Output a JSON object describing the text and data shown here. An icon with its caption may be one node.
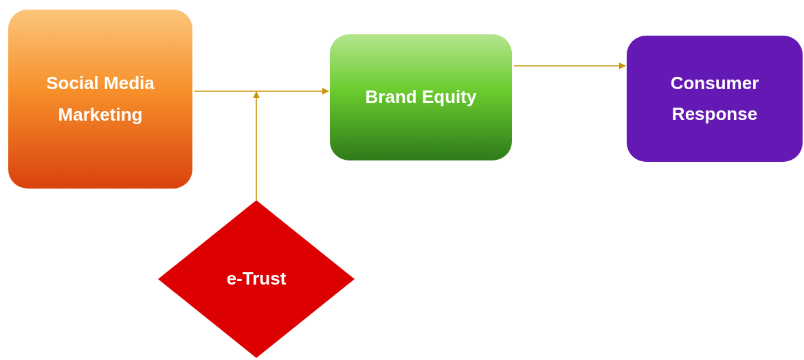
{
  "diagram": {
    "nodes": [
      {
        "text": [
          "Social Media Marketing"
        ]
      },
      {
        "text": [
          "Brand Equity"
        ]
      },
      {
        "text": [
          "Consumer Response"
        ]
      },
      {
        "text": [
          "e-Trust"
        ]
      }
    ],
    "edges": [
      {
        "from": 0,
        "to": 1,
        "arrow": "to"
      },
      {
        "from": 1,
        "to": 2,
        "arrow": "to"
      },
      {
        "from": 3,
        "to": null,
        "arrow": "to"
      }
    ]
  }
}
